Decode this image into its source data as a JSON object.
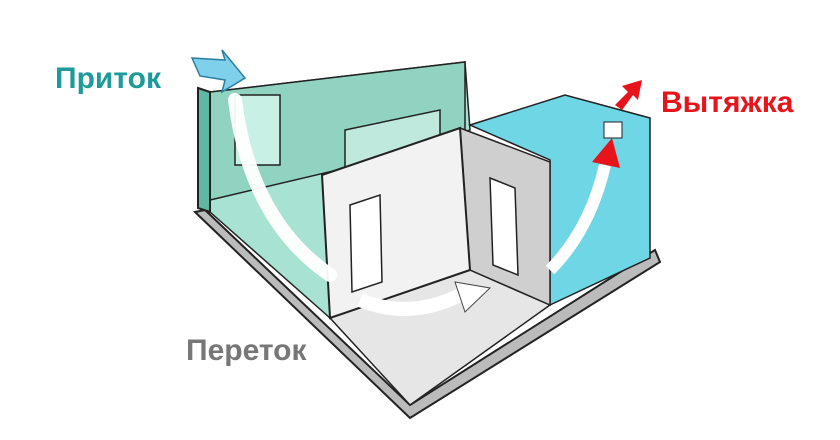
{
  "labels": {
    "supply": "Приток",
    "exhaust": "Вытяжка",
    "overflow": "Переток"
  },
  "colors": {
    "supply": "#1e9a9a",
    "exhaust": "#e8141c",
    "overflow": "#777777",
    "room_green": "#9fdccb",
    "room_blue": "#6fd6e6",
    "room_gray": "#d9d9d9"
  }
}
